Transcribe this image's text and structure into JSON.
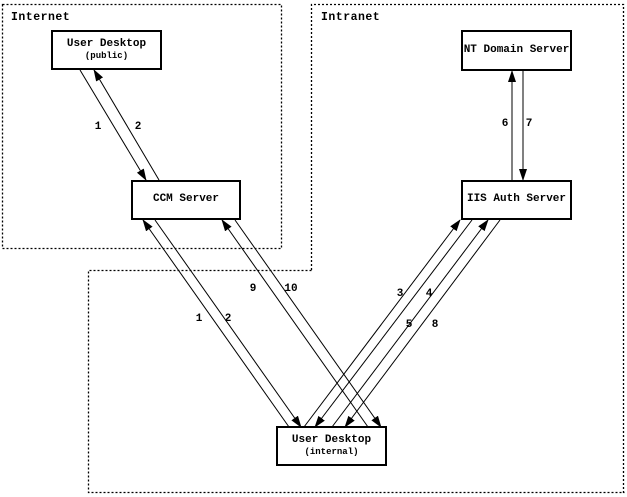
{
  "diagram": {
    "colors": {
      "background": "#ffffff",
      "foreground": "#000000"
    },
    "zones": [
      {
        "label": "Internet",
        "node_ids": [
          "user-desktop-public",
          "ccm-server"
        ]
      },
      {
        "label": "Intranet",
        "node_ids": [
          "nt-domain-server",
          "iis-auth-server"
        ]
      },
      {
        "label": "",
        "node_ids": [
          "user-desktop-internal"
        ]
      }
    ],
    "nodes": [
      {
        "id": "user-desktop-public",
        "title": "User Desktop",
        "subtitle": "(public)"
      },
      {
        "id": "ccm-server",
        "title": "CCM Server",
        "subtitle": ""
      },
      {
        "id": "nt-domain-server",
        "title": "NT Domain Server",
        "subtitle": ""
      },
      {
        "id": "iis-auth-server",
        "title": "IIS Auth Server",
        "subtitle": ""
      },
      {
        "id": "user-desktop-internal",
        "title": "User Desktop",
        "subtitle": "(internal)"
      }
    ],
    "edges": [
      {
        "label": "1",
        "from": "user-desktop-public",
        "to": "ccm-server"
      },
      {
        "label": "2",
        "from": "ccm-server",
        "to": "user-desktop-public"
      },
      {
        "label": "6",
        "from": "iis-auth-server",
        "to": "nt-domain-server"
      },
      {
        "label": "7",
        "from": "nt-domain-server",
        "to": "iis-auth-server"
      },
      {
        "label": "1",
        "from": "user-desktop-internal",
        "to": "ccm-server"
      },
      {
        "label": "2",
        "from": "ccm-server",
        "to": "user-desktop-internal"
      },
      {
        "label": "9",
        "from": "user-desktop-internal",
        "to": "ccm-server"
      },
      {
        "label": "10",
        "from": "ccm-server",
        "to": "user-desktop-internal"
      },
      {
        "label": "3",
        "from": "user-desktop-internal",
        "to": "iis-auth-server"
      },
      {
        "label": "4",
        "from": "iis-auth-server",
        "to": "user-desktop-internal"
      },
      {
        "label": "5",
        "from": "user-desktop-internal",
        "to": "iis-auth-server"
      },
      {
        "label": "8",
        "from": "iis-auth-server",
        "to": "user-desktop-internal"
      }
    ]
  }
}
